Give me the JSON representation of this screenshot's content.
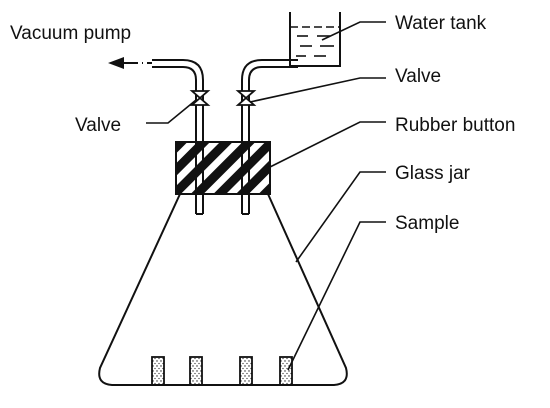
{
  "labels": {
    "vacuum_pump": "Vacuum pump",
    "water_tank": "Water tank",
    "valve_right": "Valve",
    "valve_left": "Valve",
    "rubber_button": "Rubber button",
    "glass_jar": "Glass jar",
    "sample": "Sample"
  },
  "colors": {
    "line": "#111111",
    "background": "#ffffff"
  }
}
